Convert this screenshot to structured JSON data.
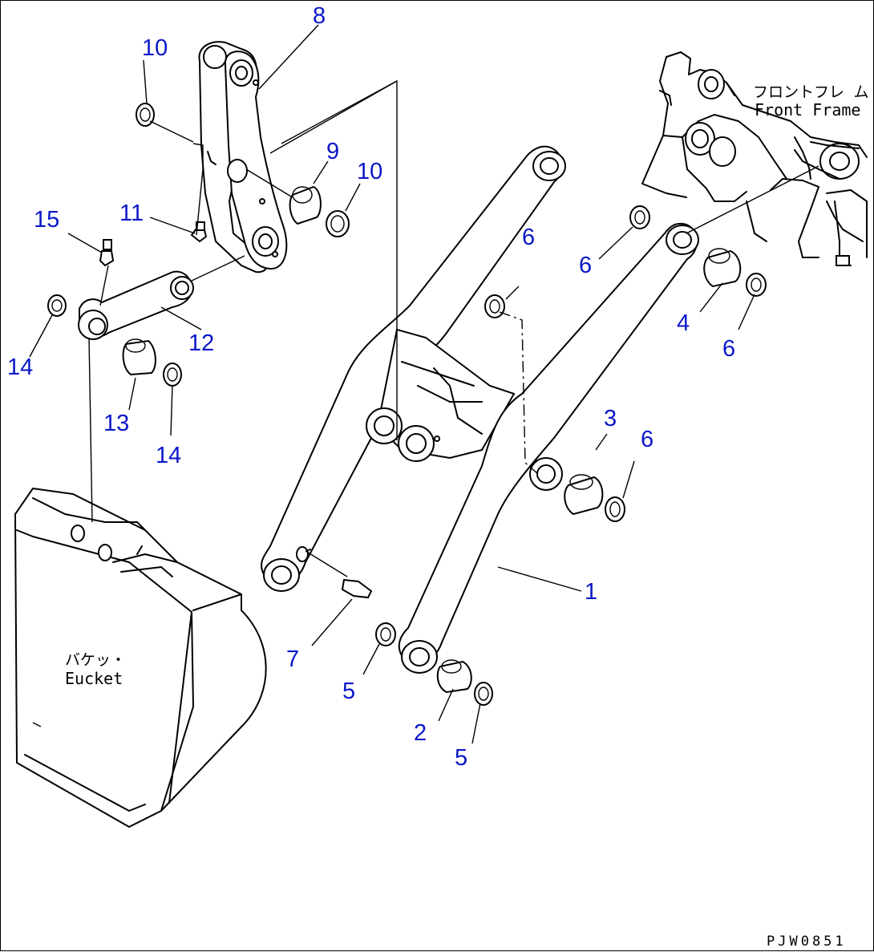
{
  "callouts": [
    {
      "id": "c1",
      "text": "1"
    },
    {
      "id": "c2",
      "text": "2"
    },
    {
      "id": "c3",
      "text": "3"
    },
    {
      "id": "c4",
      "text": "4"
    },
    {
      "id": "c5a",
      "text": "5"
    },
    {
      "id": "c5b",
      "text": "5"
    },
    {
      "id": "c6a",
      "text": "6"
    },
    {
      "id": "c6b",
      "text": "6"
    },
    {
      "id": "c6c",
      "text": "6"
    },
    {
      "id": "c6d",
      "text": "6"
    },
    {
      "id": "c7",
      "text": "7"
    },
    {
      "id": "c8",
      "text": "8"
    },
    {
      "id": "c9",
      "text": "9"
    },
    {
      "id": "c10a",
      "text": "10"
    },
    {
      "id": "c10b",
      "text": "10"
    },
    {
      "id": "c11",
      "text": "11"
    },
    {
      "id": "c12",
      "text": "12"
    },
    {
      "id": "c13",
      "text": "13"
    },
    {
      "id": "c14a",
      "text": "14"
    },
    {
      "id": "c14b",
      "text": "14"
    },
    {
      "id": "c15",
      "text": "15"
    }
  ],
  "labels": {
    "front_frame_jp": "フロントフレ ム",
    "front_frame_en": "Front Frame",
    "bucket_jp": "バケッ・",
    "bucket_en": "Eucket",
    "drawing_code": "PJW0851"
  },
  "colors": {
    "callout": "#0a17c8",
    "linework": "#000000",
    "background": "#ffffff"
  }
}
